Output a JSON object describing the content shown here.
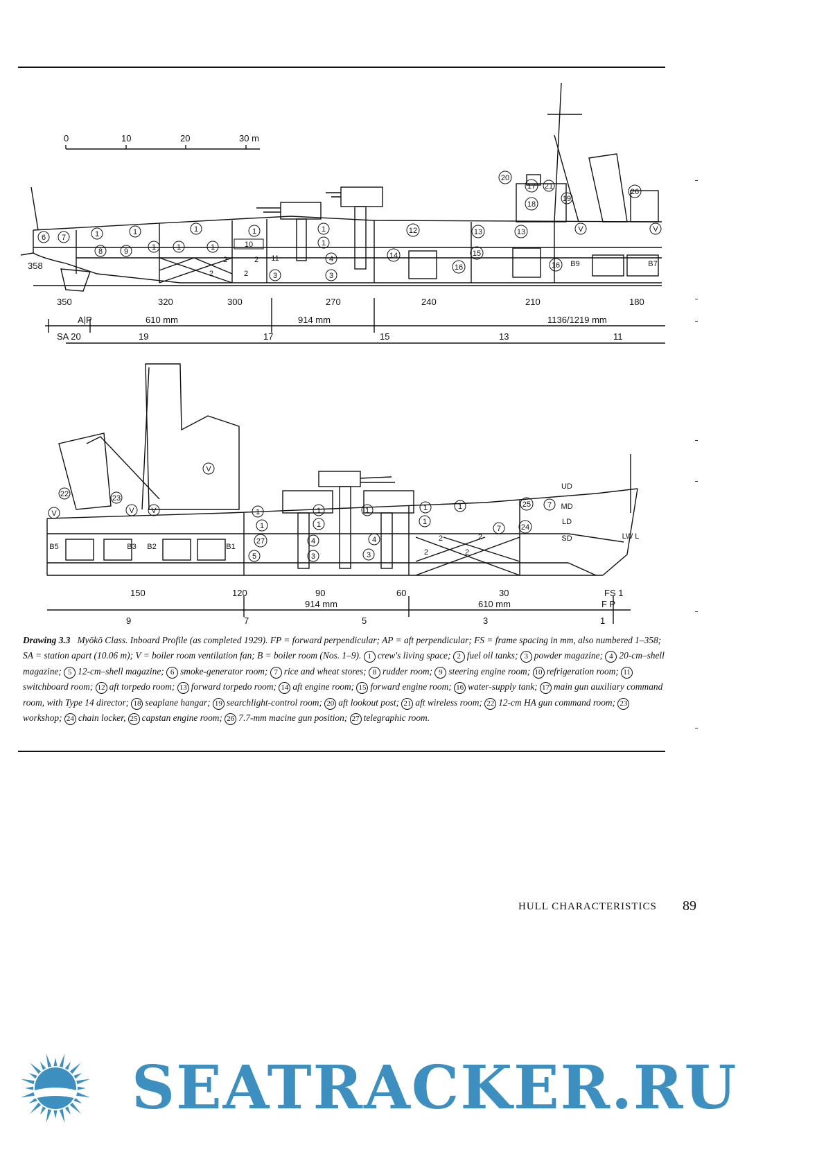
{
  "drawing": {
    "scale_bar": {
      "ticks": [
        "0",
        "10",
        "20",
        "30 m"
      ]
    },
    "upper": {
      "station_labels": [
        "358",
        "350",
        "320",
        "300",
        "270",
        "240",
        "210",
        "180"
      ],
      "dimensions": [
        "A|P",
        "610 mm",
        "914 mm",
        "1136/1219 mm"
      ],
      "sa_labels": [
        "SA 20",
        "19",
        "17",
        "15",
        "13",
        "11"
      ],
      "rooms": [
        "6",
        "7",
        "1",
        "1",
        "1",
        "8",
        "9",
        "1",
        "1",
        "1",
        "1",
        "1",
        "10",
        "2",
        "2",
        "2",
        "2",
        "11",
        "3",
        "4",
        "3",
        "1",
        "12",
        "13",
        "13",
        "14",
        "15",
        "16",
        "16",
        "17",
        "18",
        "19",
        "20",
        "21",
        "26",
        "V",
        "V",
        "B9",
        "B7"
      ]
    },
    "lower": {
      "station_labels": [
        "150",
        "120",
        "90",
        "60",
        "30",
        "FS 1"
      ],
      "dimensions": [
        "914 mm",
        "610 mm",
        "F P"
      ],
      "sa_labels": [
        "9",
        "7",
        "5",
        "3",
        "1"
      ],
      "rooms": [
        "22",
        "23",
        "V",
        "V",
        "V",
        "V",
        "B5",
        "B3",
        "B2",
        "B1",
        "1",
        "1",
        "1",
        "1",
        "1",
        "1",
        "1",
        "1",
        "27",
        "4",
        "4",
        "5",
        "3",
        "3",
        "2",
        "2",
        "2",
        "2",
        "7",
        "24",
        "25",
        "7",
        "UD",
        "MD",
        "LD",
        "SD",
        "LW L"
      ]
    }
  },
  "caption": {
    "lead": "Drawing 3.3",
    "intro": "Myōkō Class. Inboard Profile (as completed 1929). FP = forward perpendicular; AP = aft perpendicular; FS = frame spacing in mm, also numbered 1–358; SA = station apart (10.06 m); V = boiler room ventilation fan; B = boiler room (Nos. 1–9).",
    "items": [
      {
        "n": "1",
        "t": "crew's living space;"
      },
      {
        "n": "2",
        "t": "fuel oil tanks;"
      },
      {
        "n": "3",
        "t": "powder magazine;"
      },
      {
        "n": "4",
        "t": "20-cm–shell magazine;"
      },
      {
        "n": "5",
        "t": "12-cm–shell magazine;"
      },
      {
        "n": "6",
        "t": "smoke-generator room;"
      },
      {
        "n": "7",
        "t": "rice and wheat stores;"
      },
      {
        "n": "8",
        "t": "rudder room;"
      },
      {
        "n": "9",
        "t": "steering engine room;"
      },
      {
        "n": "10",
        "t": "refrigeration room;"
      },
      {
        "n": "11",
        "t": "switchboard room;"
      },
      {
        "n": "12",
        "t": "aft torpedo room;"
      },
      {
        "n": "13",
        "t": "forward torpedo room;"
      },
      {
        "n": "14",
        "t": "aft engine room;"
      },
      {
        "n": "15",
        "t": "forward engine room;"
      },
      {
        "n": "16",
        "t": "water-supply tank;"
      },
      {
        "n": "17",
        "t": "main gun auxiliary command room, with Type 14 director;"
      },
      {
        "n": "18",
        "t": "seaplane hangar;"
      },
      {
        "n": "19",
        "t": "searchlight-control room;"
      },
      {
        "n": "20",
        "t": "aft lookout post;"
      },
      {
        "n": "21",
        "t": "aft wireless room;"
      },
      {
        "n": "22",
        "t": "12-cm HA gun command room;"
      },
      {
        "n": "23",
        "t": "workshop;"
      },
      {
        "n": "24",
        "t": "chain locker,"
      },
      {
        "n": "25",
        "t": "capstan engine room;"
      },
      {
        "n": "26",
        "t": "7.7-mm macine gun position;"
      },
      {
        "n": "27",
        "t": "telegraphic room."
      }
    ]
  },
  "footer": {
    "running_head": "HULL CHARACTERISTICS",
    "page_number": "89"
  },
  "watermark": {
    "text": "SEATRACKER.RU",
    "color": "#3d8fc0"
  }
}
